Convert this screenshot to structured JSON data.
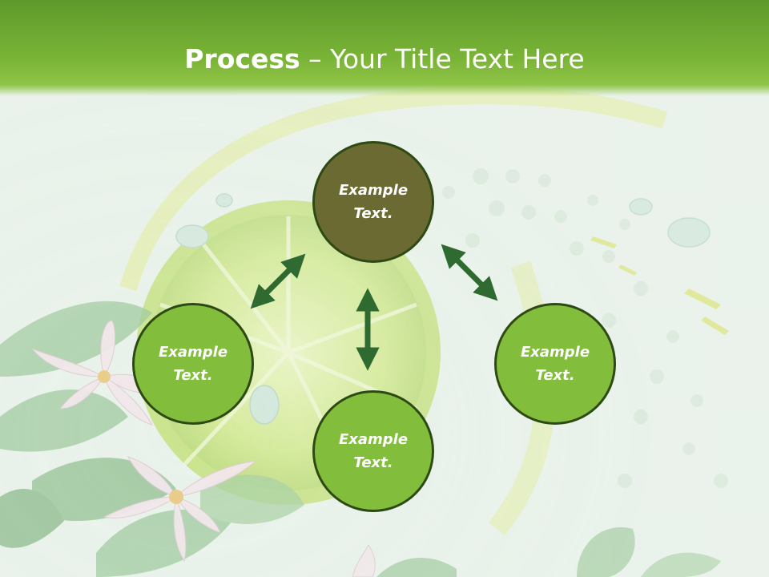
{
  "slide": {
    "title_bold": "Process",
    "title_rest": " – Your Title Text Here"
  },
  "nodes": [
    {
      "line1": "Example",
      "line2": "Text."
    },
    {
      "line1": "Example",
      "line2": "Text."
    },
    {
      "line1": "Example",
      "line2": "Text."
    },
    {
      "line1": "Example",
      "line2": "Text."
    }
  ],
  "colors": {
    "header": "#79b336",
    "top_node": "#6b6a32",
    "green_node": "#82be3c",
    "node_border": "#2e4a14",
    "arrow": "#2f6a30"
  }
}
